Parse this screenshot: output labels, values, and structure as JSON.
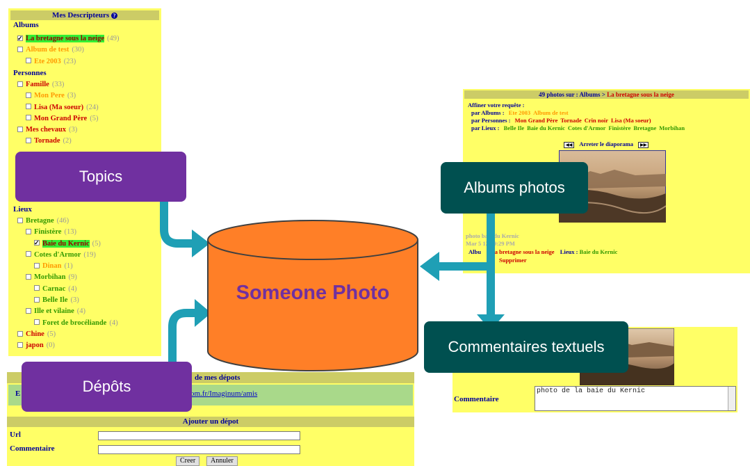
{
  "descriptors": {
    "title": "Mes Descripteurs",
    "help_icon": "?",
    "albums_label": "Albums",
    "personnes_label": "Personnes",
    "lieux_label": "Lieux",
    "albums": [
      {
        "label": "La bretagne sous la neige",
        "count": "(49)",
        "checked": true
      },
      {
        "label": "Album de test",
        "count": "(30)"
      },
      {
        "label": "Ete 2003",
        "count": "(23)"
      }
    ],
    "personnes": [
      {
        "label": "Famille",
        "count": "(33)"
      },
      {
        "label": "Mon Pere",
        "count": "(3)"
      },
      {
        "label": "Lisa (Ma soeur)",
        "count": "(24)"
      },
      {
        "label": "Mon Grand Père",
        "count": "(5)"
      },
      {
        "label": "Mes chevaux",
        "count": "(3)"
      },
      {
        "label": "Tornade",
        "count": "(2)"
      }
    ],
    "lieux": [
      {
        "label": "Bretagne",
        "count": "(46)"
      },
      {
        "label": "Finistère",
        "count": "(13)"
      },
      {
        "label": "Baie du Kernic",
        "count": "(5)",
        "checked": true
      },
      {
        "label": "Cotes d'Armor",
        "count": "(19)"
      },
      {
        "label": "Dinan",
        "count": "(1)"
      },
      {
        "label": "Morbihan",
        "count": "(9)"
      },
      {
        "label": "Carnac",
        "count": "(4)"
      },
      {
        "label": "Belle Ile",
        "count": "(3)"
      },
      {
        "label": "Ille et vilaine",
        "count": "(4)"
      },
      {
        "label": "Foret de brocéliande",
        "count": "(4)"
      },
      {
        "label": "Chine",
        "count": "(5)"
      },
      {
        "label": "japon",
        "count": "(0)"
      }
    ]
  },
  "depots": {
    "header_partial": "de mes dépots",
    "first_cell": "E",
    "link_partial": "om.fr/Imaginum/amis",
    "add_header": "Ajouter un dépot",
    "url_label": "Url",
    "comment_label": "Commentaire",
    "create_button": "Creer",
    "cancel_button": "Annuler"
  },
  "album_panel": {
    "header_count": "49 photos sur :",
    "header_albums": "Albums >",
    "header_current": "La bretagne sous la neige",
    "refine_label": "Affiner votre requête :",
    "by_albums_label": "par Albums :",
    "by_albums_items": [
      "Ete 2003",
      "Album de test"
    ],
    "by_persons_label": "par Personnes :",
    "by_persons_items": [
      "Mon Grand Père",
      "Tornade",
      "Crin noir",
      "Lisa (Ma soeur)"
    ],
    "by_places_label": "par Lieux :",
    "by_places_items": [
      "Belle Ile",
      "Baie du Kernic",
      "Cotes d'Armor",
      "Finistère",
      "Bretagne",
      "Morbihan"
    ],
    "prev_button": "◀◀",
    "stop_slideshow": "Arreter le diaporama",
    "next_button": "▶▶",
    "caption_line1": "photo    baie du Kernic",
    "caption_line2": "Mar 5     12:49:29 PM",
    "album_line_label": "Albu",
    "album_line_value": "La bretagne sous la neige",
    "lieux_line_label": "Lieux :",
    "lieux_line_value": "Baie du Kernic",
    "delete_link": "Supprimer"
  },
  "comment_panel": {
    "label": "Commentaire",
    "value": "photo de la baie du Kernic"
  },
  "center": {
    "label": "Someone Photo",
    "fill": "#ff7f27",
    "text_color": "#7030a0"
  },
  "callouts": {
    "topics": "Topics",
    "depots": "Dépôts",
    "albums": "Albums photos",
    "comments": "Commentaires textuels"
  },
  "colors": {
    "panel": "#ffff66",
    "header": "#cccc66",
    "arrow": "#1f9fb5",
    "purple": "#7030a0",
    "teal": "#005050"
  }
}
